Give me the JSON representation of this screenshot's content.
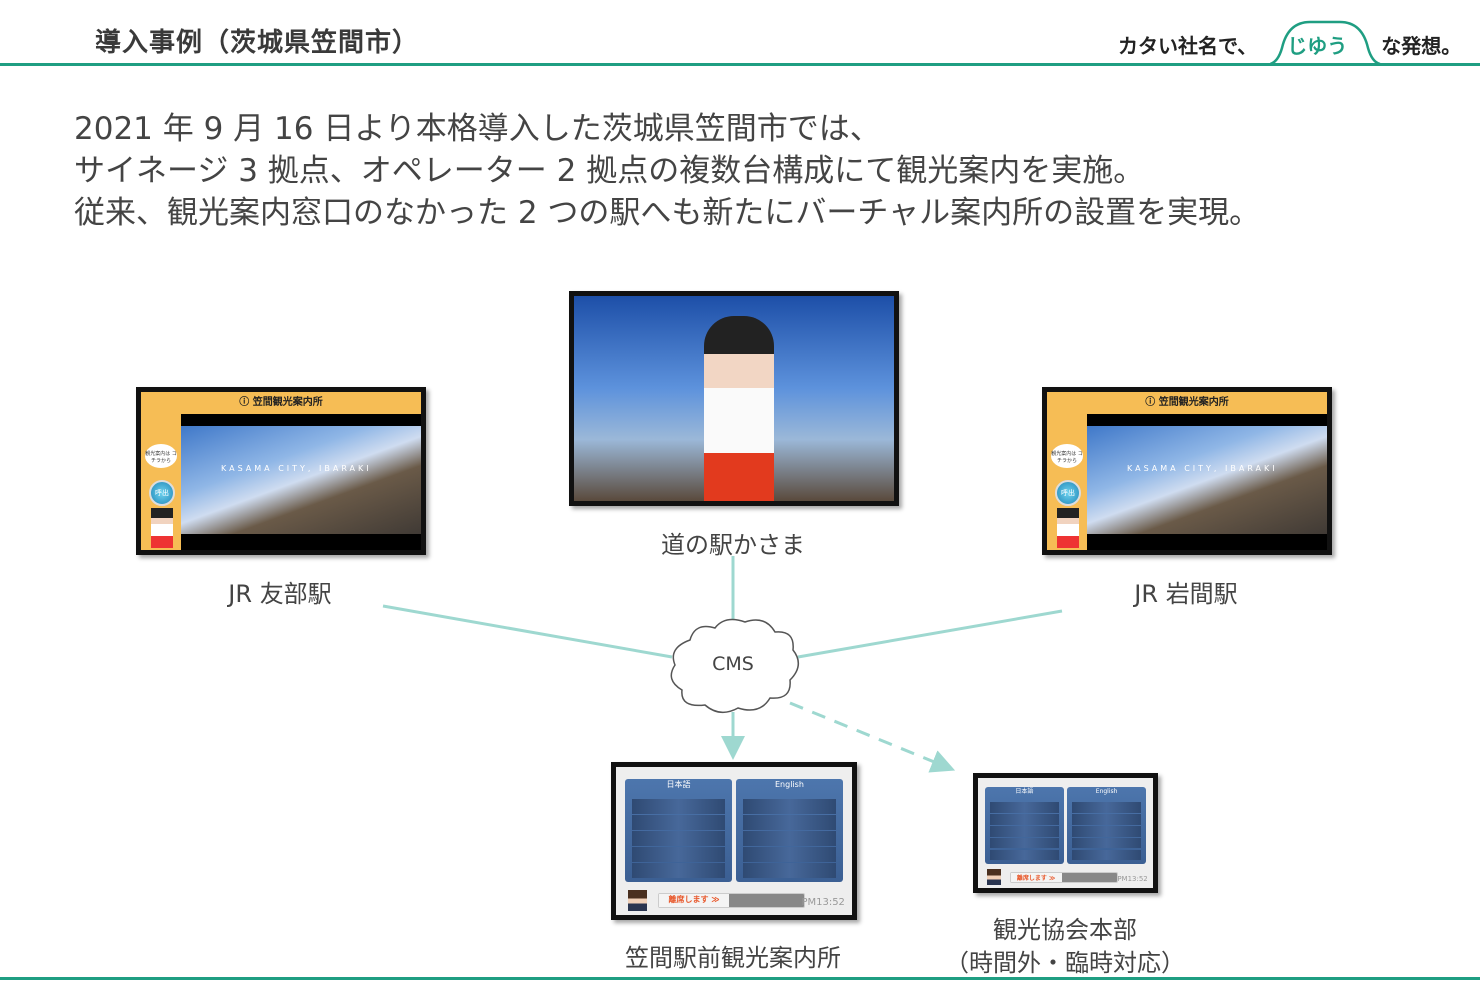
{
  "header": {
    "title": "導入事例（茨城県笠間市）",
    "logo": {
      "pre": "カタい社名で、",
      "highlight": "じゆう",
      "post": "な発想。"
    }
  },
  "intro": [
    "2021 年 9 月 16 日より本格導入した茨城県笠間市では、",
    "サイネージ 3 拠点、オペレーター 2 拠点の複数台構成にて観光案内を実施。",
    "従来、観光案内窓口のなかった 2 つの駅へも新たにバーチャル案内所の設置を実現。"
  ],
  "nodes": {
    "center": {
      "label": "道の駅かさま"
    },
    "left": {
      "label": "JR 友部駅",
      "screen_title": "笠間観光案内所",
      "bubble": "観光案内は コチラから",
      "button": "呼出",
      "caption": "KASAMA CITY, IBARAKI"
    },
    "right": {
      "label": "JR 岩間駅",
      "screen_title": "笠間観光案内所",
      "bubble": "観光案内は コチラから",
      "button": "呼出",
      "caption": "KASAMA CITY, IBARAKI"
    },
    "cms": {
      "label": "CMS"
    },
    "operator1": {
      "label": "笠間駅前観光案内所",
      "lang_ja": "日本語",
      "lang_en": "English",
      "status": "離席します ≫",
      "time": "PM13:52"
    },
    "operator2": {
      "label1": "観光協会本部",
      "label2": "（時間外・臨時対応）",
      "lang_ja": "日本語",
      "lang_en": "English",
      "status": "離席します ≫",
      "time": "PM13:52"
    }
  },
  "colors": {
    "accent": "#1f9e82",
    "connector": "#9ed8d0"
  }
}
